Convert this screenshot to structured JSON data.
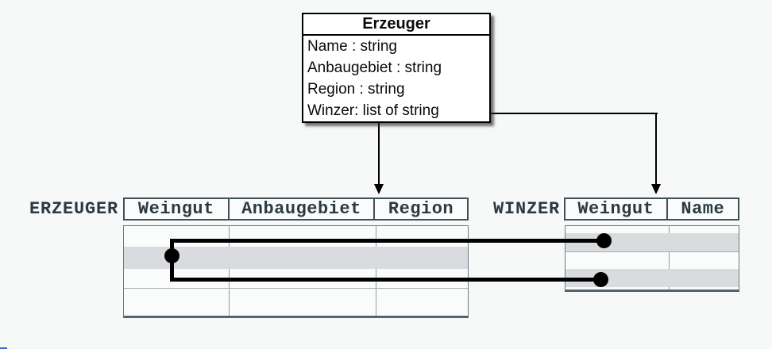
{
  "diagram": {
    "class_box": {
      "title": "Erzeuger",
      "attributes": [
        "Name : string",
        "Anbaugebiet : string",
        "Region : string",
        "Winzer: list of string"
      ]
    },
    "erzeuger_table": {
      "label": "ERZEUGER",
      "columns": [
        "Weingut",
        "Anbaugebiet",
        "Region"
      ],
      "body_rows": 4,
      "highlighted_row_index": 2,
      "cells_empty": true
    },
    "winzer_table": {
      "label": "WINZER",
      "columns": [
        "Weingut",
        "Name"
      ],
      "body_rows": 3,
      "highlighted_row_indices": [
        1,
        3
      ],
      "cells_empty": true
    },
    "connectors": {
      "class_to_erzeuger": "arrowhead-down-icon",
      "winzer_attribute_to_winzer_table": "arrowhead-down-icon",
      "row_link_endpoints": "link-dot-icon",
      "row_link_description": "highlighted ERZEUGER row linked to two highlighted WINZER rows"
    },
    "colors": {
      "background": "#f7f8f8",
      "class_box_border": "#000000",
      "table_border": "#3f5057",
      "table_grid": "#8d9ea4",
      "table_text": "#2b3a41",
      "highlight_stripe": "#d9dbde",
      "link_line": "#000000",
      "corner_accent": "#3566cf"
    }
  }
}
